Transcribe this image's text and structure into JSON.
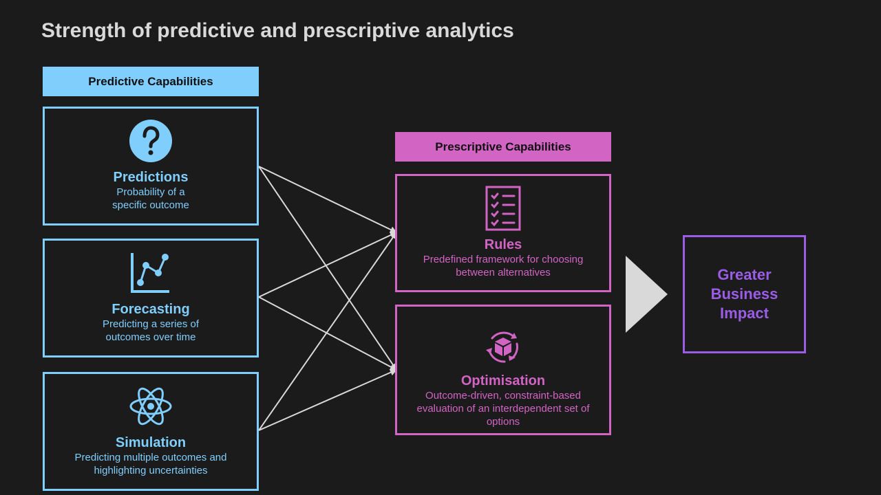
{
  "title": "Strength of predictive and prescriptive analytics",
  "predictive": {
    "header": "Predictive Capabilities",
    "items": [
      {
        "name": "Predictions",
        "desc": "Probability of a specific outcome",
        "icon": "question-mark-icon"
      },
      {
        "name": "Forecasting",
        "desc": "Predicting a series of outcomes over time",
        "icon": "line-chart-icon"
      },
      {
        "name": "Simulation",
        "desc": "Predicting multiple outcomes and highlighting uncertainties",
        "icon": "atom-icon"
      }
    ]
  },
  "prescriptive": {
    "header": "Prescriptive Capabilities",
    "items": [
      {
        "name": "Rules",
        "desc": "Predefined framework for choosing between alternatives",
        "icon": "checklist-icon"
      },
      {
        "name": "Optimisation",
        "desc": "Outcome-driven, constraint-based evaluation of an interdependent set of options",
        "icon": "cycle-package-icon"
      }
    ]
  },
  "impact": {
    "label": "Greater Business Impact"
  },
  "colors": {
    "background": "#1c1b1c",
    "predictive": "#7fcefc",
    "prescriptive": "#d264c4",
    "impact": "#9b5ce6",
    "title": "#d9d9d9",
    "connector": "#d9d9d9"
  }
}
